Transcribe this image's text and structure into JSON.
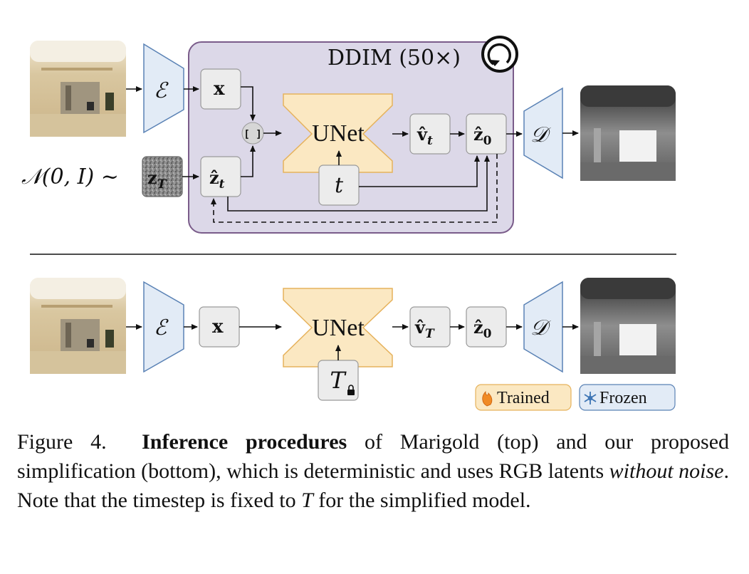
{
  "top_diagram": {
    "loop_label": "DDIM (50×)",
    "noise_label": "𝒩(0, I) ~",
    "encoder": "ℰ",
    "decoder": "𝒟",
    "x": "x",
    "z_T": "z",
    "z_T_sub": "T",
    "z_t": "ẑ",
    "z_t_sub": "t",
    "concat": "[ ]",
    "unet": "UNet",
    "v_t": "v̂",
    "v_t_sub": "t",
    "z_0": "ẑ",
    "z_0_sub": "0",
    "t": "t"
  },
  "bottom_diagram": {
    "encoder": "ℰ",
    "decoder": "𝒟",
    "x": "x",
    "unet": "UNet",
    "v_T": "v̂",
    "v_T_sub": "T",
    "z_0": "ẑ",
    "z_0_sub": "0",
    "T": "T"
  },
  "legend": {
    "trained": "Trained",
    "frozen": "Frozen",
    "trained_icon": "flame-icon",
    "frozen_icon": "snowflake-icon"
  },
  "colors": {
    "ddim_fill": "#dcd8e8",
    "ddim_stroke": "#7a5c8a",
    "coder_fill": "#e2ebf6",
    "coder_stroke": "#5a82b5",
    "unet_fill": "#fbe8c2",
    "unet_stroke": "#e6b25c",
    "node_fill": "#ececec",
    "node_stroke": "#9a9a9a"
  },
  "caption": {
    "label": "Figure 4.",
    "bold": "Inference procedures",
    "text1": " of Marigold (top) and our proposed simplification (bottom), which is deterministic and uses RGB latents ",
    "italic": "without noise",
    "text2": ". Note that the timestep is fixed to ",
    "T": "T",
    "text3": " for the simplified model."
  }
}
